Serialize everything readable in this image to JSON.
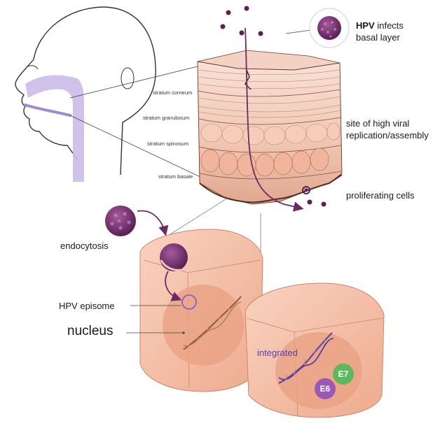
{
  "labels": {
    "hpv_bold": "HPV",
    "hpv_rest": " infects",
    "basal_layer": "basal layer",
    "stratum_corneum": "stratum corneum",
    "stratum_granulosum": "stratum granulosum",
    "stratum_spinosum": "stratum spinosum",
    "stratum_basale": "stratum basale",
    "site_line1": "site of high viral",
    "site_line2": "replication/assembly",
    "proliferating_cells": "proliferating cells",
    "endocytosis": "endocytosis",
    "hpv_episome": "HPV episome",
    "nucleus": "nucleus",
    "integrated": "integrated",
    "e7": "E7",
    "e6": "E6"
  },
  "colors": {
    "virus": "#6b2a66",
    "arrow": "#6b2a66",
    "skin_light": "#f6d7c8",
    "skin_dark": "#d89a80",
    "cell": "#f4bfa6",
    "nucleus": "#e99f82",
    "airway": "#c9b8e8",
    "e7": "#5cb85c",
    "e6": "#9b59b6",
    "integrated_text": "#5b3fa0"
  }
}
